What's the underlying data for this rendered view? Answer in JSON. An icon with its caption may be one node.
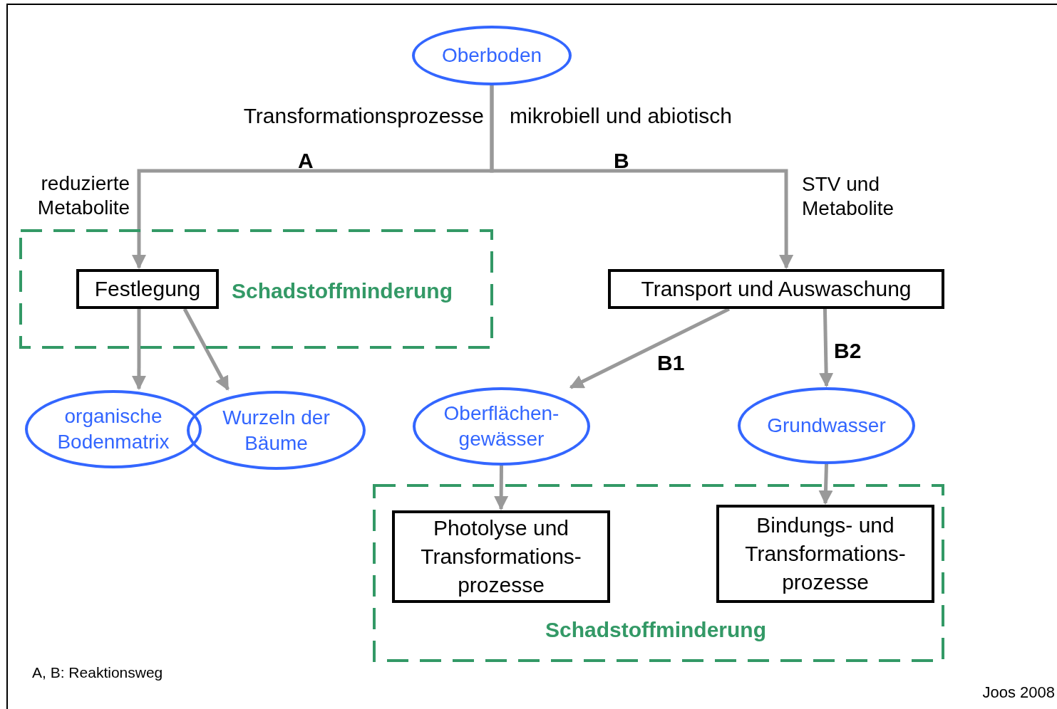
{
  "diagram": {
    "nodes": [
      {
        "text": [
          "Oberboden"
        ]
      },
      {
        "text": [
          "Schadstoffminderung"
        ]
      },
      {
        "text": [
          "Festlegung"
        ],
        "in": 1
      },
      {
        "text": [
          "organische Bodenmatrix"
        ]
      },
      {
        "text": [
          "Wurzeln der Bäume"
        ]
      },
      {
        "text": [
          "Transport und Auswaschung"
        ]
      },
      {
        "text": [
          "Oberflächen- gewässer"
        ]
      },
      {
        "text": [
          "Grundwasser"
        ]
      },
      {
        "text": [
          "Schadstoffminderung"
        ]
      },
      {
        "text": [
          "Photolyse und Transformations- prozesse"
        ],
        "in": 8
      },
      {
        "text": [
          "Bindungs- und Transformations- prozesse"
        ],
        "in": 8
      }
    ],
    "edges": [
      {
        "from": 0,
        "to": 2,
        "arrow": "to",
        "label": "A"
      },
      {
        "from": 0,
        "to": 5,
        "arrow": "to",
        "label": "B"
      },
      {
        "from": 2,
        "to": 3,
        "arrow": "to"
      },
      {
        "from": 2,
        "to": 4,
        "arrow": "to"
      },
      {
        "from": 5,
        "to": 6,
        "arrow": "to",
        "label": "B1"
      },
      {
        "from": 5,
        "to": 7,
        "arrow": "to",
        "label": "B2"
      },
      {
        "from": 6,
        "to": 9,
        "arrow": "to"
      },
      {
        "from": 7,
        "to": 10,
        "arrow": "to"
      }
    ],
    "labels": [
      "Transformationsprozesse",
      "mikrobiell und abiotisch",
      "reduzierte Metabolite",
      "STV und Metabolite",
      "A, B: Reaktionsweg",
      "Joos 2008"
    ]
  }
}
